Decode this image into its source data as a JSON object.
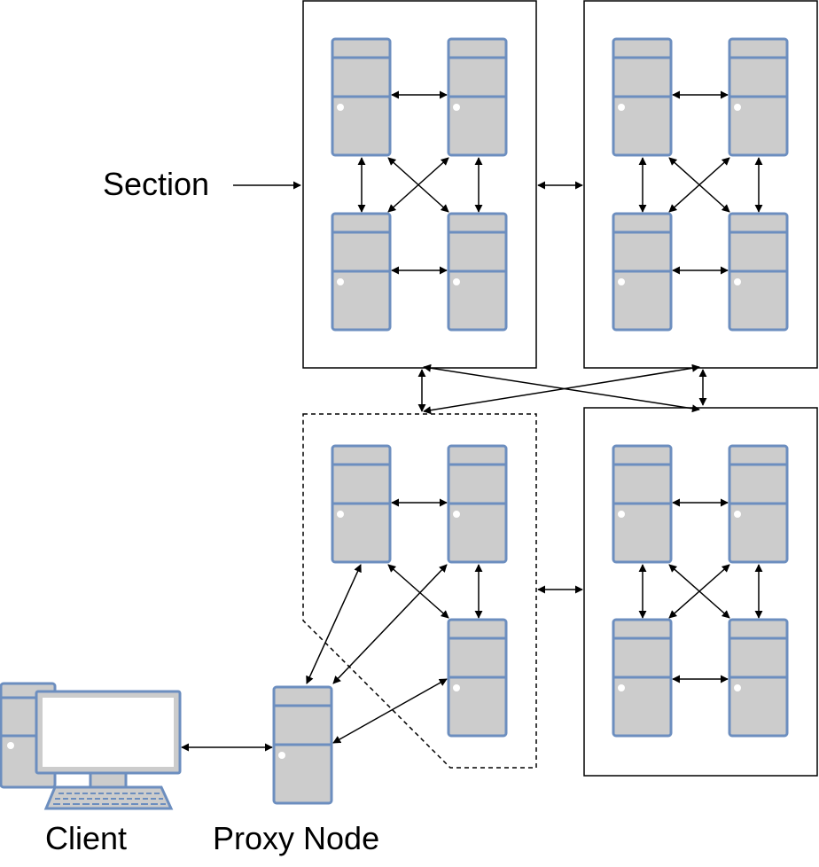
{
  "labels": {
    "section": "Section",
    "client": "Client",
    "proxy": "Proxy Node"
  },
  "colors": {
    "server_fill": "#cccccc",
    "server_stroke": "#6c8ebf",
    "line": "#000000",
    "background": "#ffffff"
  },
  "icons": {
    "server": "server-icon",
    "client": "desktop-computer-icon"
  }
}
